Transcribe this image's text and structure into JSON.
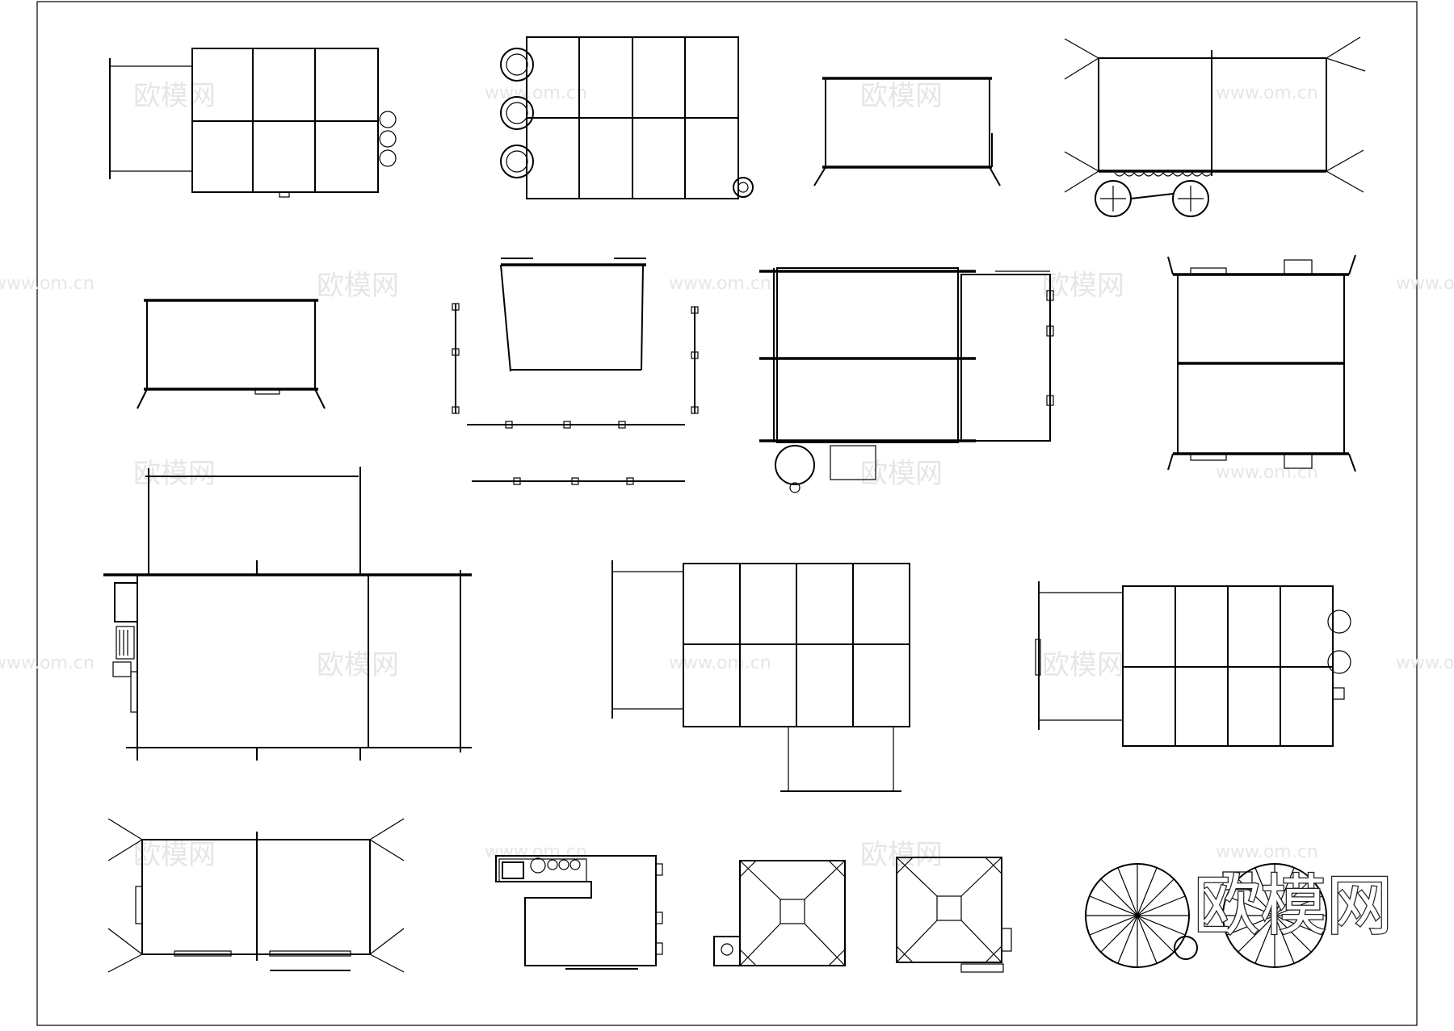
{
  "watermarks": {
    "cn": "欧模网",
    "en": "www.om.cn",
    "logo": "欧模网"
  },
  "drawing": {
    "background": "#ffffff",
    "line_color": "#000000",
    "watermark_color": "#e6e6e6"
  },
  "symbols": [
    {
      "name": "food-cart-grid-6-canopy"
    },
    {
      "name": "food-cart-grid-8-drums"
    },
    {
      "name": "stall-frame-small"
    },
    {
      "name": "stall-awning-wheels"
    },
    {
      "name": "stall-frame-plain"
    },
    {
      "name": "stall-frame-poles"
    },
    {
      "name": "stall-double-extension"
    },
    {
      "name": "stall-double-square"
    },
    {
      "name": "stall-large-canopy"
    },
    {
      "name": "cart-grid-8-canopy-bottom"
    },
    {
      "name": "cart-grid-8-canopy-left"
    },
    {
      "name": "stall-awning-guy-lines"
    },
    {
      "name": "counter-cooking-station"
    },
    {
      "name": "pyramid-tent-left"
    },
    {
      "name": "pyramid-tent-right"
    },
    {
      "name": "umbrella-cart"
    }
  ]
}
